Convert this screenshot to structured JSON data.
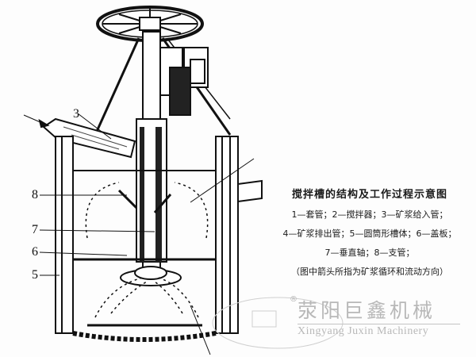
{
  "figure": {
    "title": "搅拌槽的结构及工作过程示意图",
    "legend_lines": [
      "1—套管；2—搅拌器；3—矿浆给入管；",
      "4—矿浆排出管；5—圆筒形槽体；6—盖板；",
      "7—垂直轴；8—支管；"
    ],
    "note": "（图中箭头所指为矿浆循环和流动方向）",
    "callouts": [
      {
        "number": "3",
        "part": "矿浆给入管"
      },
      {
        "number": "8",
        "part": "支管"
      },
      {
        "number": "7",
        "part": "垂直轴"
      },
      {
        "number": "6",
        "part": "盖板"
      },
      {
        "number": "5",
        "part": "圆筒形槽体"
      }
    ]
  },
  "watermark": {
    "registered": "®",
    "company_cn": "荥阳巨鑫机械",
    "company_en": "Xingyang Juxin Machinery"
  }
}
